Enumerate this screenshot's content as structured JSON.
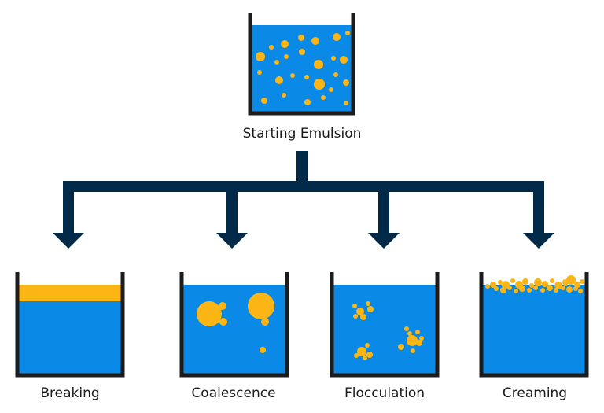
{
  "labels": {
    "start": "Starting Emulsion",
    "breaking": "Breaking",
    "coalescence": "Coalescence",
    "flocculation": "Flocculation",
    "creaming": "Creaming"
  },
  "colors": {
    "water": "#0a8ae6",
    "oil": "#fbb514",
    "container": "#1c1c1c",
    "arrow": "#002a47"
  }
}
